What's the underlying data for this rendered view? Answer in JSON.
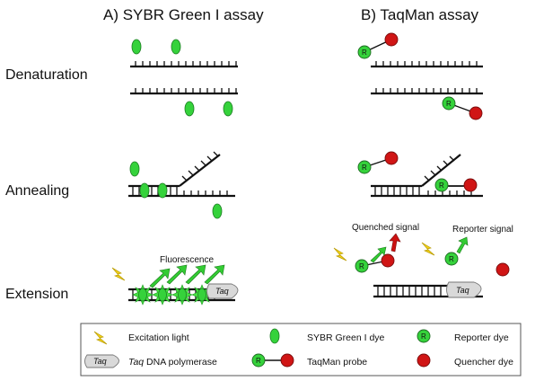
{
  "titles": {
    "sybr": "A) SYBR Green I assay",
    "taqman": "B) TaqMan assay"
  },
  "stages": {
    "denaturation": "Denaturation",
    "annealing": "Annealing",
    "extension": "Extension"
  },
  "annotations": {
    "fluorescence": "Fluorescence",
    "quenched_signal": "Quenched signal",
    "reporter_signal": "Reporter signal"
  },
  "labels": {
    "reporter_letter": "R",
    "taq": "Taq"
  },
  "legend": {
    "excitation_light": "Excitation light",
    "sybr_dye": "SYBR Green I dye",
    "reporter_dye": "Reporter dye",
    "taq_italic": "Taq",
    "dna_polymerase": " DNA polymerase",
    "taqman_probe": "TaqMan probe",
    "quencher_dye": "Quencher dye"
  },
  "colors": {
    "sybr_green": "#35d23b",
    "reporter_green": "#35d23b",
    "quencher_red": "#d01515",
    "arrow_green": "#33cc33",
    "arrow_red": "#cc1111",
    "lightning_yellow": "#f2d21b",
    "taq_gray": "#d9d9d9"
  }
}
